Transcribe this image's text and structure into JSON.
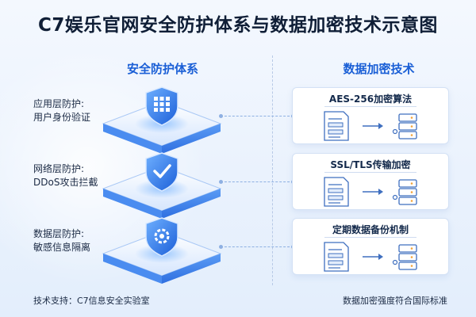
{
  "title": "C7娱乐官网安全防护体系与数据加密技术示意图",
  "left_section": {
    "heading": "安全防护体系",
    "layers": [
      {
        "line1": "应用层防护:",
        "line2": "用户身份验证",
        "icon": "grid-shield-icon"
      },
      {
        "line1": "网络层防护:",
        "line2": "DDoS攻击拦截",
        "icon": "check-shield-icon"
      },
      {
        "line1": "数据层防护:",
        "line2": "敏感信息隔离",
        "icon": "gear-shield-icon"
      }
    ]
  },
  "right_section": {
    "heading": "数据加密技术",
    "cards": [
      {
        "title": "AES-256加密算法"
      },
      {
        "title": "SSL/TLS传输加密"
      },
      {
        "title": "定期数据备份机制"
      }
    ]
  },
  "footer": {
    "left": "技术支持：C7信息安全实验室",
    "right": "数据加密强度符合国际标准"
  },
  "colors": {
    "accent": "#1a5fd6",
    "title": "#0f1e36",
    "platform": "#3a86f0"
  }
}
